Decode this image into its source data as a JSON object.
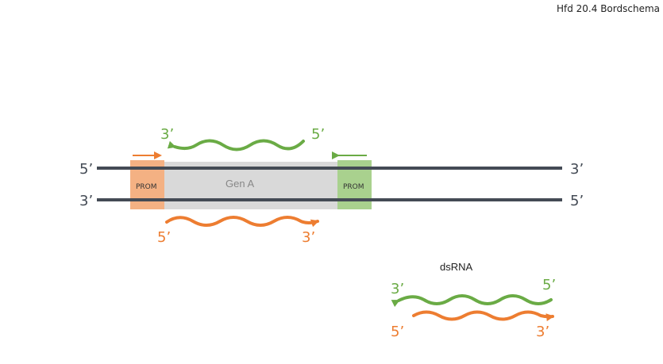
{
  "header": {
    "title": "Hfd 20.4 Bordschema"
  },
  "colors": {
    "dna": "#444b55",
    "green": "#6aab45",
    "orange": "#ed7d31",
    "gene_box": "#d9d9d9",
    "prom_left": "#f4b183",
    "prom_right": "#a9d18e"
  },
  "dna": {
    "top_left": "5’",
    "top_right": "3’",
    "bottom_left": "3’",
    "bottom_right": "5’"
  },
  "gene": {
    "label": "Gen A",
    "prom_left": "PROM",
    "prom_right": "PROM"
  },
  "transcripts": {
    "green_left": "3’",
    "green_right": "5’",
    "orange_left": "5’",
    "orange_right": "3’"
  },
  "dsrna": {
    "title": "dsRNA",
    "green_left": "3’",
    "green_right": "5’",
    "orange_left": "5’",
    "orange_right": "3’"
  }
}
